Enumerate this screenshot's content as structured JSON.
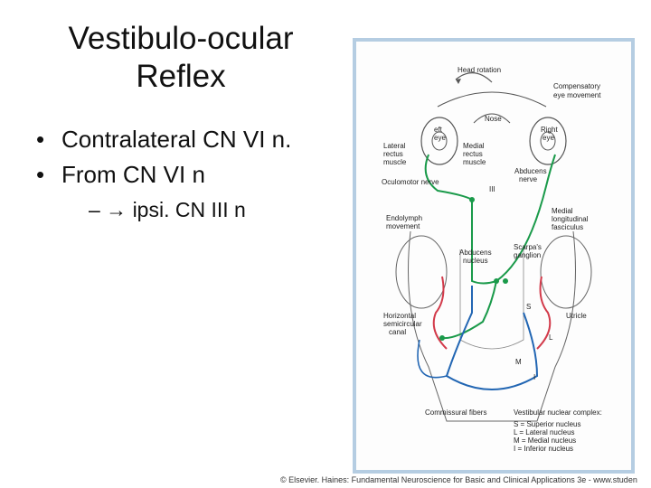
{
  "slide": {
    "title_line1": "Vestibulo-ocular",
    "title_line2": "Reflex",
    "bullets": [
      "Contralateral CN VI n.",
      "From CN VI n"
    ],
    "sub_bullet": "– → ipsi. CN III n"
  },
  "figure": {
    "labels": {
      "head_rotation": "Head rotation",
      "compensatory": "Compensatory",
      "eye_movement": "eye movement",
      "nose": "Nose",
      "left_eye_1": "eft",
      "left_eye_2": "eye",
      "right_eye_1": "Right",
      "right_eye_2": "eye",
      "lateral_1": "Lateral",
      "lateral_2": "rectus",
      "lateral_3": "muscle",
      "medial_1": "Medial",
      "medial_2": "rectus",
      "medial_3": "muscle",
      "abducens_nerve_1": "Abducens",
      "abducens_nerve_2": "nerve",
      "oculomotor_nerve": "Oculomotor nerve",
      "cn_iii": "III",
      "endolymph_1": "Endolymph",
      "endolymph_2": "movement",
      "mlf_1": "Medial",
      "mlf_2": "longitudinal",
      "mlf_3": "fasciculus",
      "abducens_nucleus_1": "Abducens",
      "abducens_nucleus_2": "nucleus",
      "scarpa_1": "Scarpa's",
      "scarpa_2": "ganglion",
      "nucleus_s": "S",
      "nucleus_l": "L",
      "nucleus_m": "M",
      "nucleus_i": "I",
      "utricle": "Utricle",
      "canal_1": "Horizontal",
      "canal_2": "semicircular",
      "canal_3": "canal",
      "commissural": "Commissural fibers",
      "vestibular_complex": "Vestibular nuclear complex:",
      "legend_s": "S = Superior nucleus",
      "legend_l": "L = Lateral nucleus",
      "legend_m": "M = Medial nucleus",
      "legend_i": "I = Inferior nucleus"
    },
    "colors": {
      "green": "#1a9a4a",
      "blue": "#2266b3",
      "red": "#d23a4a",
      "outline": "#555555"
    }
  },
  "credit": "© Elsevier. Haines: Fundamental Neuroscience for Basic and Clinical Applications 3e - www.studen"
}
